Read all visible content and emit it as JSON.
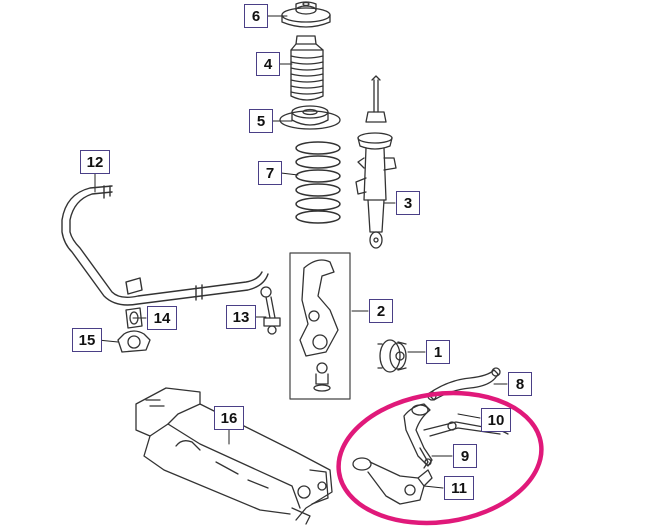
{
  "diagram": {
    "callouts": [
      {
        "id": "c6",
        "label": "6"
      },
      {
        "id": "c4",
        "label": "4"
      },
      {
        "id": "c5",
        "label": "5"
      },
      {
        "id": "c7",
        "label": "7"
      },
      {
        "id": "c3",
        "label": "3"
      },
      {
        "id": "c12",
        "label": "12"
      },
      {
        "id": "c2",
        "label": "2"
      },
      {
        "id": "c14",
        "label": "14"
      },
      {
        "id": "c13",
        "label": "13"
      },
      {
        "id": "c15",
        "label": "15"
      },
      {
        "id": "c1",
        "label": "1"
      },
      {
        "id": "c8",
        "label": "8"
      },
      {
        "id": "c16",
        "label": "16"
      },
      {
        "id": "c10",
        "label": "10"
      },
      {
        "id": "c9",
        "label": "9"
      },
      {
        "id": "c11",
        "label": "11"
      }
    ],
    "colors": {
      "line_art": "#333333",
      "callout_border": "#4a3f86",
      "highlight": "#e0197a"
    },
    "highlight_shape": "ellipse"
  }
}
